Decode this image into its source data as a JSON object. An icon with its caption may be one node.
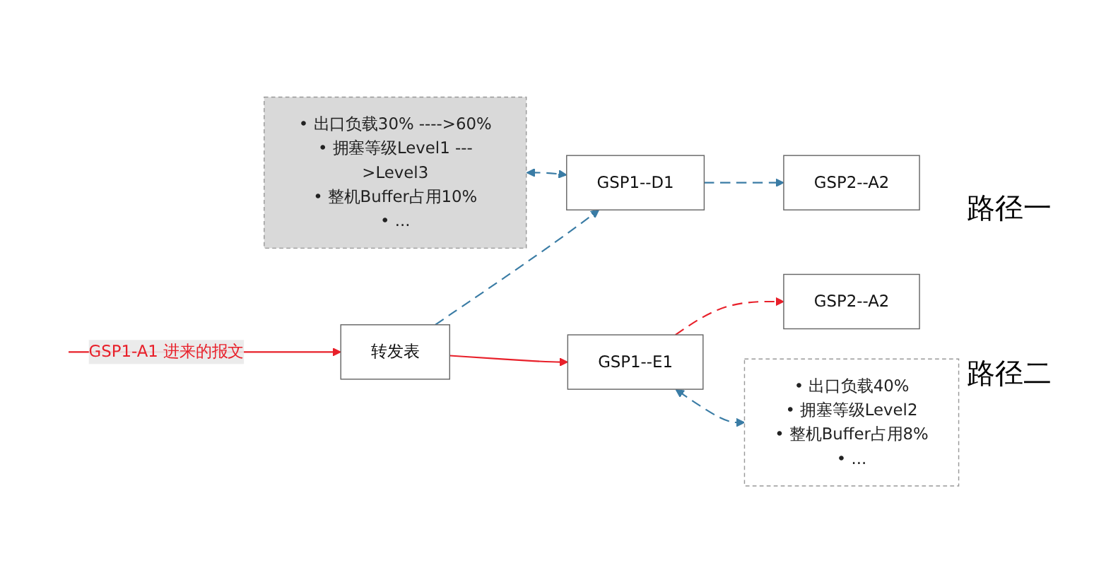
{
  "diagram": {
    "nodes": [
      {
        "text": [
          "• 出口负载30% ---->60%",
          "• 拥塞等级Level1 --->Level3",
          "• 整机Buffer占用10%",
          "• ..."
        ]
      },
      {
        "text": [
          "转发表"
        ]
      },
      {
        "text": [
          "GSP1--D1"
        ]
      },
      {
        "text": [
          "GSP2--A2"
        ]
      },
      {
        "text": [
          "GSP1--E1"
        ]
      },
      {
        "text": [
          "GSP2--A2"
        ]
      },
      {
        "text": [
          "• 出口负载40%",
          "• 拥塞等级Level2",
          "• 整机Buffer占用8%",
          "• ..."
        ]
      }
    ],
    "edges": [
      {
        "from": null,
        "to": 1,
        "arrow": "to",
        "label": "GSP1-A1 进来的报文",
        "color": "#e8202a"
      },
      {
        "from": 1,
        "to": 2,
        "arrow": "to",
        "style": "dashed"
      },
      {
        "from": 1,
        "to": 4,
        "arrow": "to",
        "color": "#e8202a"
      },
      {
        "from": 2,
        "to": 3,
        "arrow": "to",
        "style": "dashed"
      },
      {
        "from": 4,
        "to": 5,
        "arrow": "to",
        "style": "dashed",
        "color": "#e8202a"
      },
      {
        "from": 0,
        "to": 2,
        "arrow": "both",
        "style": "dashed"
      },
      {
        "from": 4,
        "to": 6,
        "arrow": "both",
        "style": "dashed"
      }
    ],
    "labels": [
      "路径一",
      "路径二"
    ]
  }
}
